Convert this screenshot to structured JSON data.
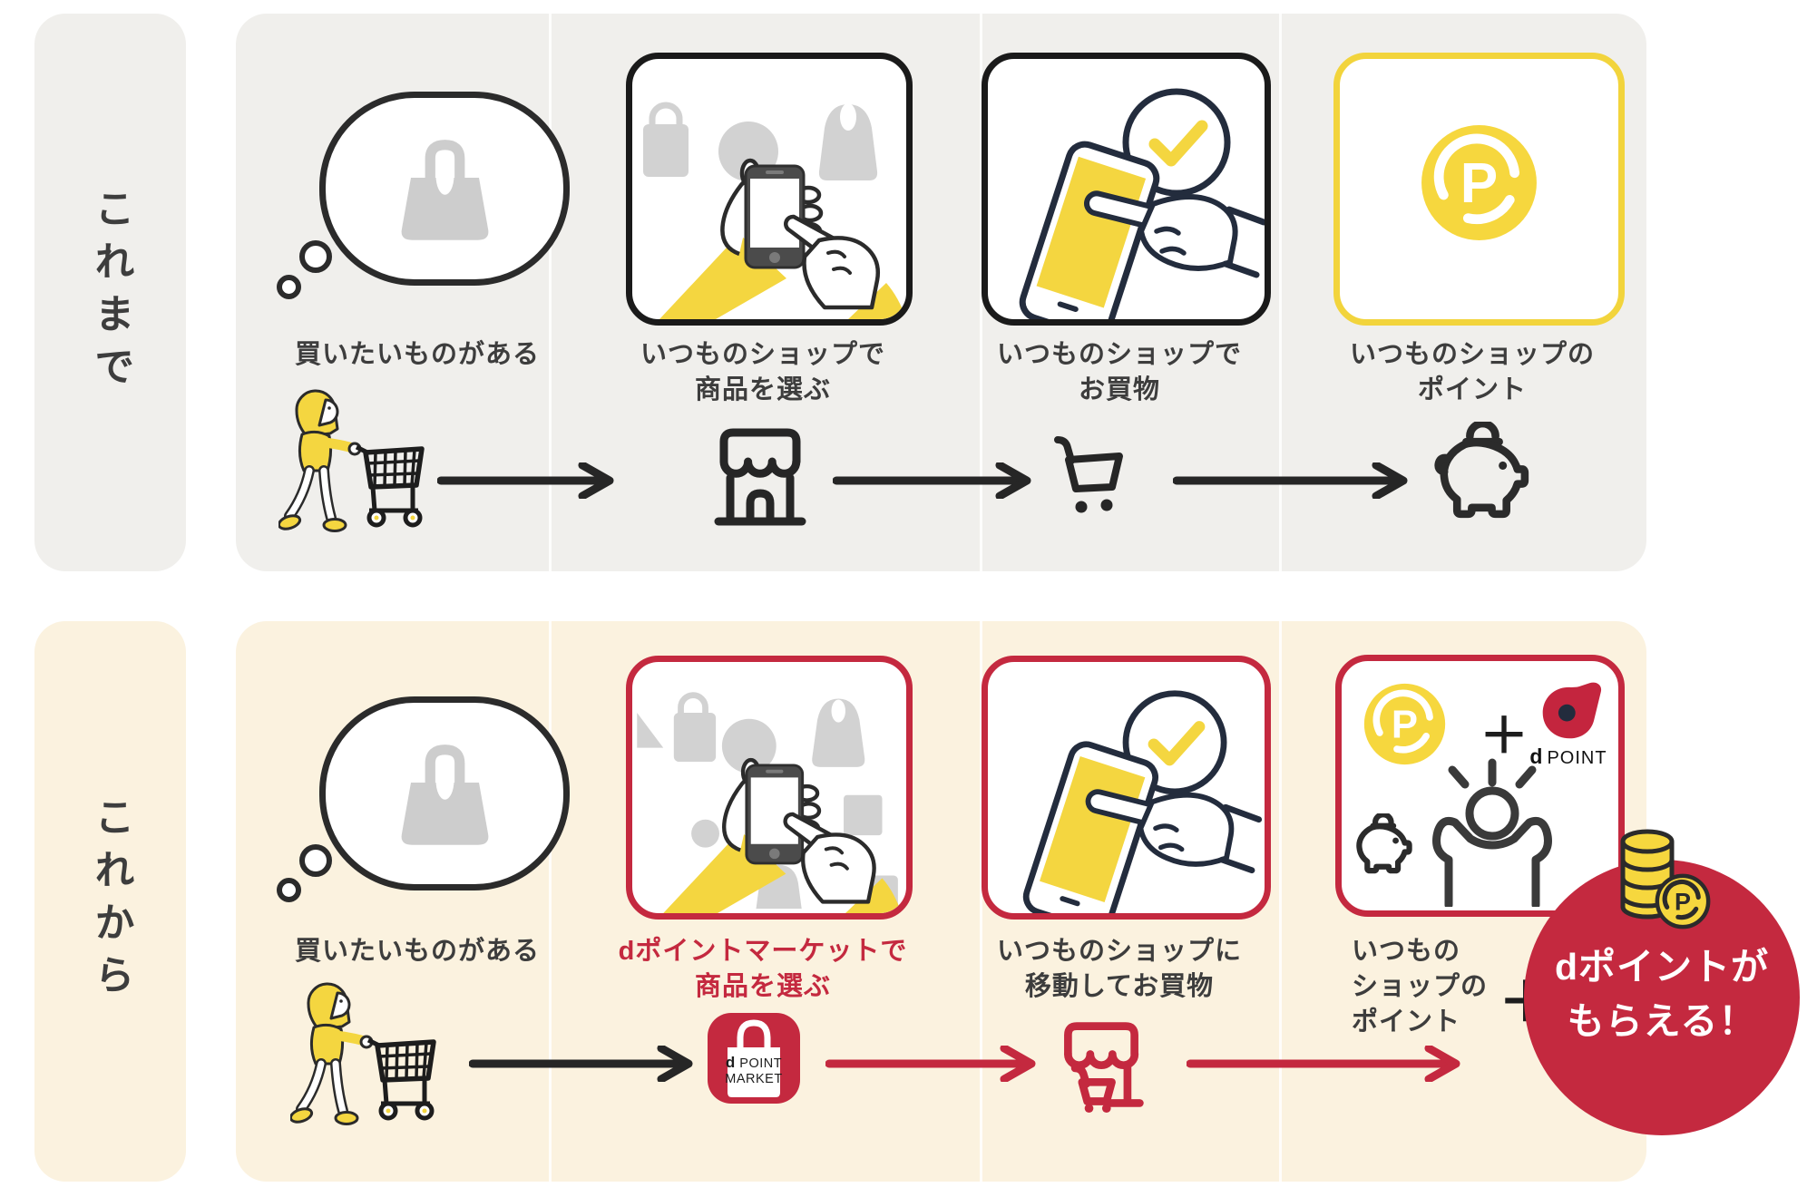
{
  "before": {
    "sidebar_label": "これまで",
    "steps": [
      {
        "caption_lines": [
          "買いたいものがある"
        ]
      },
      {
        "caption_lines": [
          "いつものショップで",
          "商品を選ぶ"
        ]
      },
      {
        "caption_lines": [
          "いつものショップで",
          "お買物"
        ]
      },
      {
        "caption_lines": [
          "いつものショップの",
          "ポイント"
        ]
      }
    ]
  },
  "after": {
    "sidebar_label": "これから",
    "steps": [
      {
        "caption_lines": [
          "買いたいものがある"
        ]
      },
      {
        "caption_lines": [
          "dポイントマーケットで",
          "商品を選ぶ"
        ]
      },
      {
        "caption_lines": [
          "いつものショップに",
          "移動してお買物"
        ]
      },
      {
        "caption_lines": [
          "いつもの",
          "ショップの",
          "ポイント"
        ]
      }
    ],
    "plus_sign": "＋",
    "badge": {
      "lines": [
        "dポイントが",
        "もらえる！"
      ]
    }
  },
  "brand": {
    "p_coin_letter": "P",
    "dpoint_market": {
      "d": "d",
      "point": "POINT",
      "market": "MARKET"
    },
    "dpoint_logo": {
      "d": "d",
      "point": "POINT"
    },
    "plus_sign": "＋"
  },
  "colors": {
    "gray_panel": "#f0efec",
    "cream_panel": "#fbf2df",
    "accent_red": "#c4293f",
    "accent_yellow": "#f4d640",
    "ink": "#3d3d3d",
    "line_black": "#262626",
    "line_navy": "#232c3d",
    "shape_gray": "#cdcdcd"
  }
}
